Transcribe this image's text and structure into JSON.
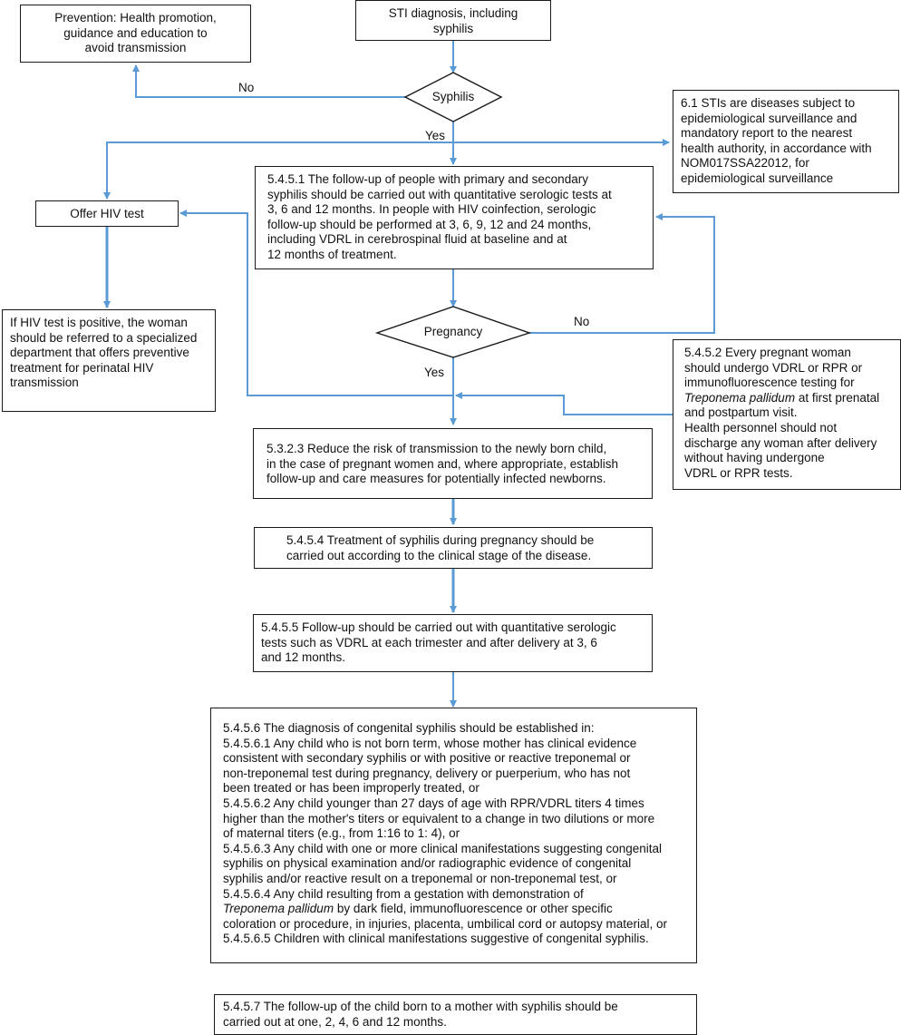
{
  "colors": {
    "arrow": "#5b9bd5",
    "border": "#1a1a1a"
  },
  "nodes": {
    "sti": {
      "lines": [
        "STI diagnosis, including",
        "syphilis"
      ]
    },
    "prevention": {
      "lines": [
        "Prevention: Health promotion,",
        "guidance and education to",
        "avoid transmission"
      ]
    },
    "syphilis": {
      "text": "Syphilis"
    },
    "surveillance": {
      "lines": [
        "6.1 STIs are diseases subject to",
        "epidemiological surveillance and",
        "mandatory report to the nearest",
        "health authority, in accordance with",
        "NOM017SSA22012, for",
        "epidemiological surveillance"
      ]
    },
    "hiv_test": {
      "text": "Offer HIV test"
    },
    "followup_5451": {
      "lines": [
        "5.4.5.1 The follow-up of people with  primary and secondary",
        "syphilis should be carried out with quantitative serologic tests at",
        "3, 6 and 12 months. In people with HIV coinfection, serologic",
        "follow-up should be performed at 3, 6, 9, 12 and 24 months,",
        "including VDRL in cerebrospinal fluid at baseline and at",
        "12 months of treatment."
      ]
    },
    "hiv_positive": {
      "lines": [
        "If HIV test is positive, the woman",
        "should be referred to a specialized",
        "department that offers preventive",
        "treatment for perinatal HIV",
        "transmission"
      ]
    },
    "pregnancy": {
      "text": "Pregnancy"
    },
    "vdrl_5452": {
      "l1": "5.4.5.2 Every pregnant woman",
      "l2": "should undergo VDRL or RPR or",
      "l3": "immunofluorescence testing for",
      "l4_italic": "Treponema pallidum",
      "l4_rest": " at first prenatal",
      "l5": "and postpartum visit.",
      "l6": "Health personnel should not",
      "l7": "discharge any woman after delivery",
      "l8": "without having undergone",
      "l9": "VDRL or RPR tests."
    },
    "reduce_5323": {
      "lines": [
        "5.3.2.3 Reduce the risk of transmission to the newly born child,",
        "in the case of pregnant women and, where appropriate, establish",
        "follow-up and care measures for potentially infected newborns."
      ]
    },
    "treatment_5454": {
      "lines": [
        "5.4.5.4 Treatment of syphilis during pregnancy should be",
        "carried out according to the clinical stage of the disease."
      ]
    },
    "followup_5455": {
      "lines": [
        "5.4.5.5 Follow-up should be carried out with quantitative serologic",
        "tests such as VDRL at each trimester and after delivery at 3, 6",
        "and 12 months."
      ]
    },
    "congenital_5456": {
      "l1": "5.4.5.6 The diagnosis of congenital syphilis should be established in:",
      "l2": "5.4.5.6.1 Any child who is not born term, whose mother has clinical evidence",
      "l3": "consistent with secondary syphilis or with positive or reactive treponemal or",
      "l4": "non-treponemal test during pregnancy, delivery or puerperium, who has not",
      "l5": "been treated or has been improperly treated, or",
      "l6": "5.4.5.6.2 Any child younger than 27 days of age with RPR/VDRL titers 4 times",
      "l7": "higher than the mother's titers or equivalent to a change in two dilutions or more",
      "l8": "of maternal titers (e.g., from 1:16 to 1: 4), or",
      "l9": "5.4.5.6.3 Any child with one or more clinical manifestations suggesting congenital",
      "l10": "syphilis on physical examination and/or radiographic evidence of congenital",
      "l11": "syphilis and/or reactive result on a treponemal or non-treponemal test, or",
      "l12": "5.4.5.6.4 Any child resulting from a gestation with demonstration of",
      "l13_italic": "Treponema pallidum",
      "l13_rest": " by dark field, immunofluorescence or other specific",
      "l14": "coloration or procedure, in injuries, placenta, umbilical cord or autopsy material, or",
      "l15": "5.4.5.6.5 Children with clinical manifestations suggestive of congenital syphilis."
    },
    "child_5457": {
      "lines": [
        "5.4.5.7 The follow-up of the child born to a mother with syphilis should be",
        "carried out at one, 2, 4, 6 and 12 months."
      ]
    }
  },
  "edge_labels": {
    "syphilis_no": "No",
    "syphilis_yes": "Yes",
    "pregnancy_no": "No",
    "pregnancy_yes": "Yes"
  }
}
